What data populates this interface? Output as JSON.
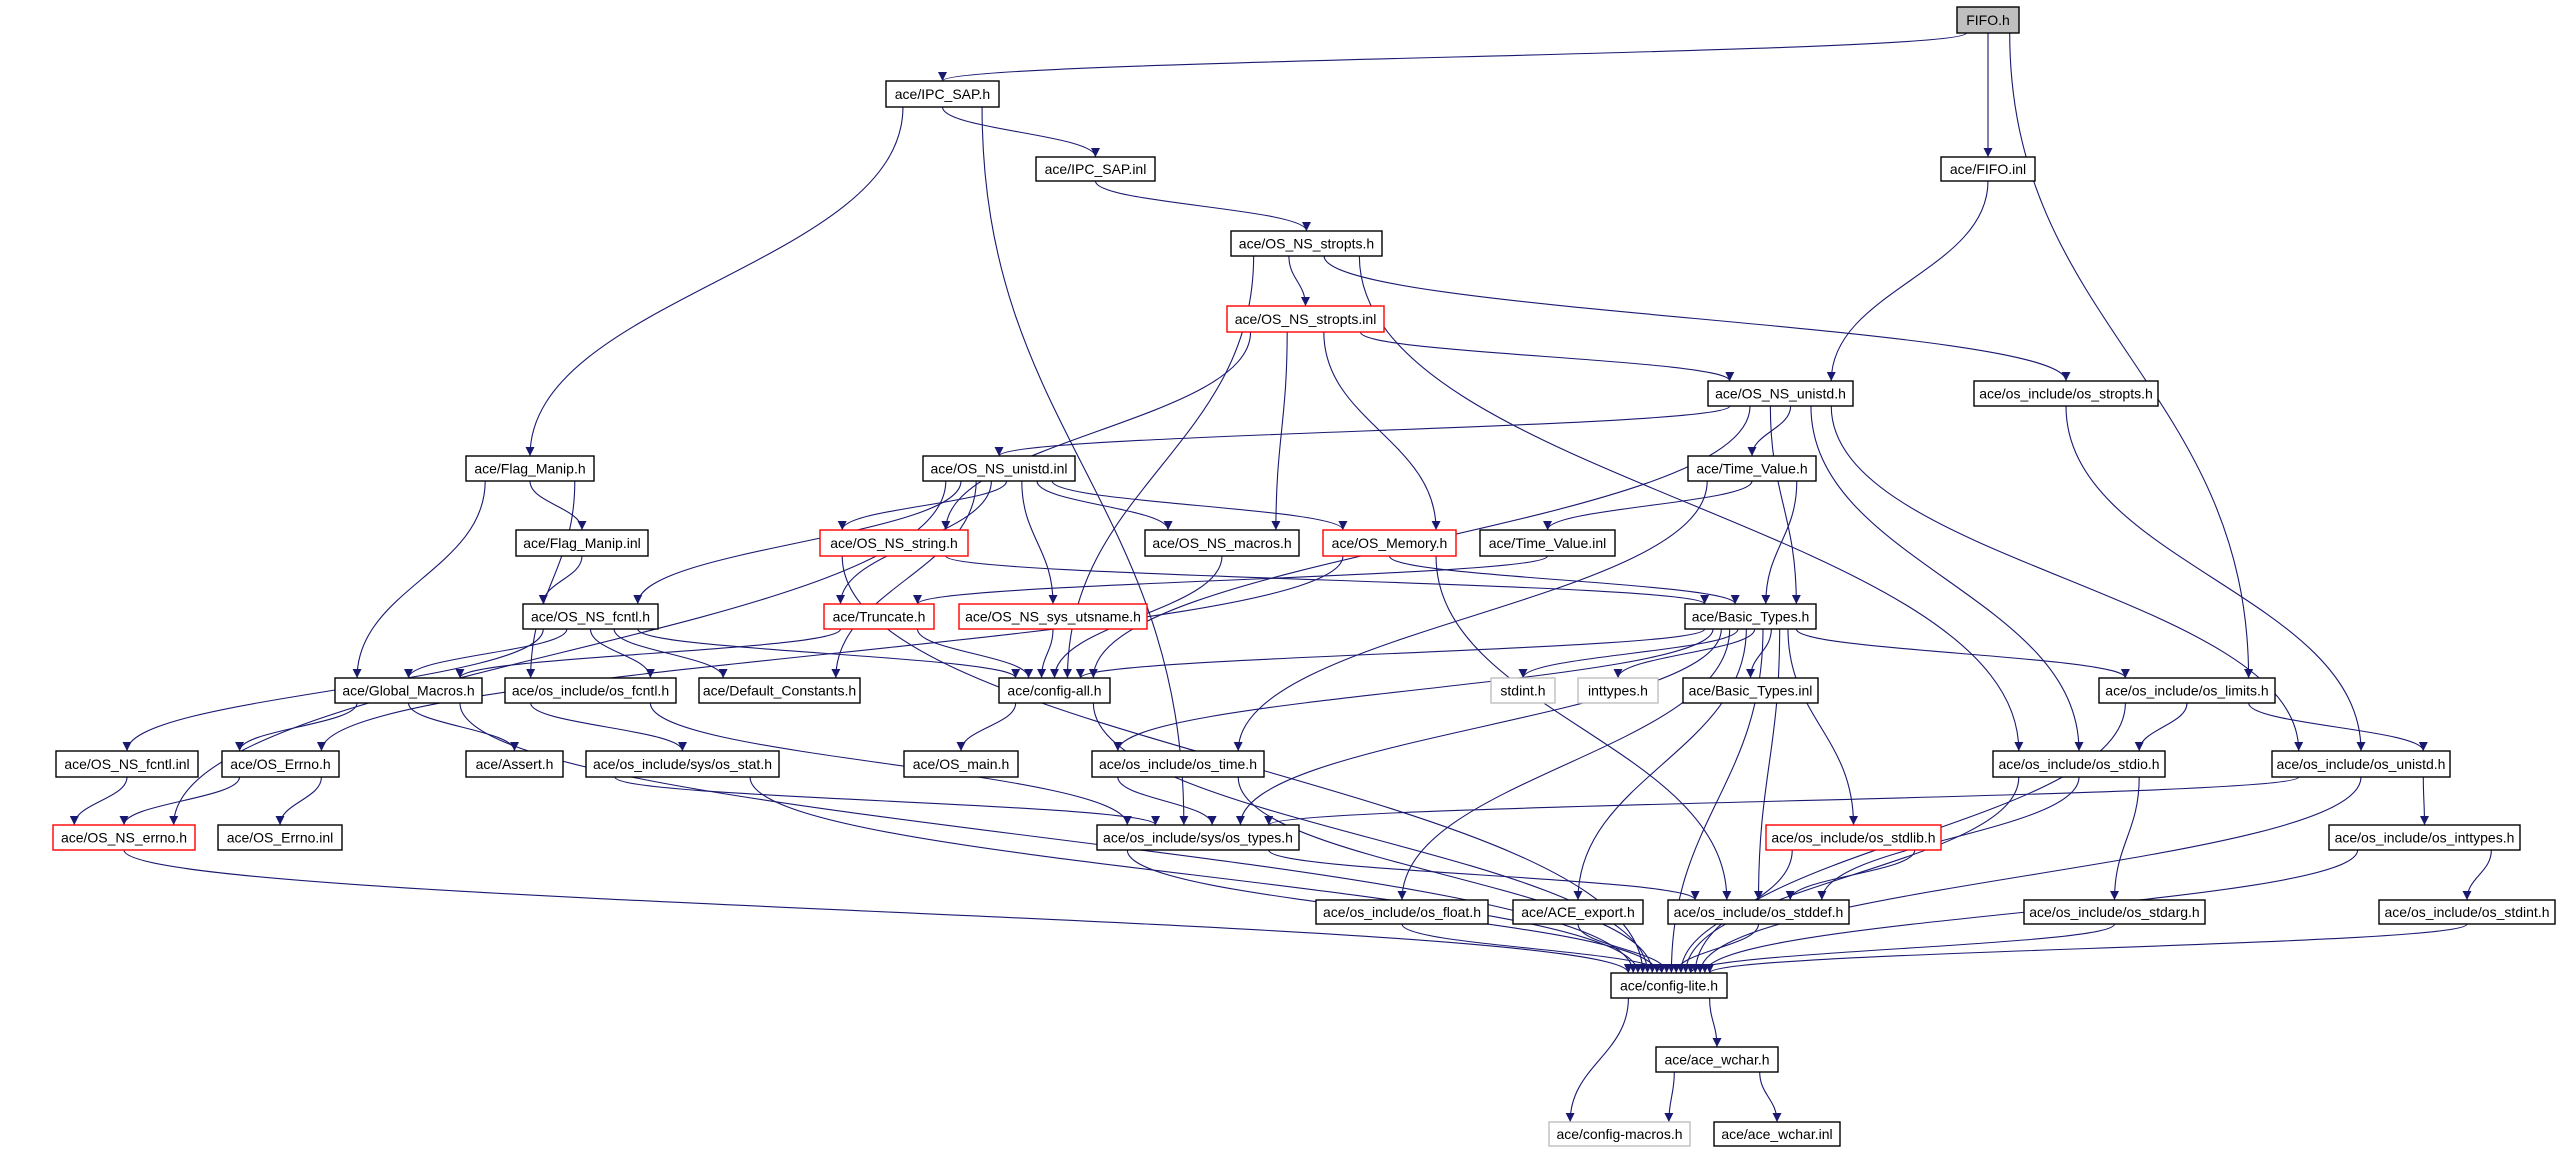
{
  "graph": {
    "edge_color": "#191970",
    "node_border_colors": {
      "normal": "#000000",
      "red": "#ff0000",
      "gray": "#bfbfbf"
    },
    "root_fill": "#bfbfbf",
    "nodes": [
      {
        "label": "FIFO.h",
        "style": "root"
      },
      {
        "label": "ace/IPC_SAP.h",
        "style": "normal"
      },
      {
        "label": "ace/IPC_SAP.inl",
        "style": "normal"
      },
      {
        "label": "ace/FIFO.inl",
        "style": "normal"
      },
      {
        "label": "ace/OS_NS_stropts.h",
        "style": "normal"
      },
      {
        "label": "ace/OS_NS_stropts.inl",
        "style": "red"
      },
      {
        "label": "ace/OS_NS_unistd.h",
        "style": "normal"
      },
      {
        "label": "ace/os_include/os_stropts.h",
        "style": "normal"
      },
      {
        "label": "ace/Flag_Manip.h",
        "style": "normal"
      },
      {
        "label": "ace/OS_NS_unistd.inl",
        "style": "normal"
      },
      {
        "label": "ace/Time_Value.h",
        "style": "normal"
      },
      {
        "label": "ace/Flag_Manip.inl",
        "style": "normal"
      },
      {
        "label": "ace/OS_NS_string.h",
        "style": "red"
      },
      {
        "label": "ace/OS_NS_macros.h",
        "style": "normal"
      },
      {
        "label": "ace/OS_Memory.h",
        "style": "red"
      },
      {
        "label": "ace/Time_Value.inl",
        "style": "normal"
      },
      {
        "label": "ace/OS_NS_fcntl.h",
        "style": "normal"
      },
      {
        "label": "ace/Truncate.h",
        "style": "red"
      },
      {
        "label": "ace/OS_NS_sys_utsname.h",
        "style": "red"
      },
      {
        "label": "ace/Basic_Types.h",
        "style": "normal"
      },
      {
        "label": "ace/Global_Macros.h",
        "style": "normal"
      },
      {
        "label": "ace/os_include/os_fcntl.h",
        "style": "normal"
      },
      {
        "label": "ace/Default_Constants.h",
        "style": "normal"
      },
      {
        "label": "ace/config-all.h",
        "style": "normal"
      },
      {
        "label": "stdint.h",
        "style": "gray"
      },
      {
        "label": "inttypes.h",
        "style": "gray"
      },
      {
        "label": "ace/Basic_Types.inl",
        "style": "normal"
      },
      {
        "label": "ace/os_include/os_limits.h",
        "style": "normal"
      },
      {
        "label": "ace/OS_NS_fcntl.inl",
        "style": "normal"
      },
      {
        "label": "ace/OS_Errno.h",
        "style": "normal"
      },
      {
        "label": "ace/Assert.h",
        "style": "normal"
      },
      {
        "label": "ace/os_include/sys/os_stat.h",
        "style": "normal"
      },
      {
        "label": "ace/OS_main.h",
        "style": "normal"
      },
      {
        "label": "ace/os_include/os_time.h",
        "style": "normal"
      },
      {
        "label": "ace/os_include/os_stdio.h",
        "style": "normal"
      },
      {
        "label": "ace/os_include/os_unistd.h",
        "style": "normal"
      },
      {
        "label": "ace/OS_NS_errno.h",
        "style": "red"
      },
      {
        "label": "ace/OS_Errno.inl",
        "style": "normal"
      },
      {
        "label": "ace/os_include/sys/os_types.h",
        "style": "normal"
      },
      {
        "label": "ace/os_include/os_stdlib.h",
        "style": "red"
      },
      {
        "label": "ace/os_include/os_inttypes.h",
        "style": "normal"
      },
      {
        "label": "ace/os_include/os_float.h",
        "style": "normal"
      },
      {
        "label": "ace/ACE_export.h",
        "style": "normal"
      },
      {
        "label": "ace/os_include/os_stddef.h",
        "style": "normal"
      },
      {
        "label": "ace/os_include/os_stdarg.h",
        "style": "normal"
      },
      {
        "label": "ace/os_include/os_stdint.h",
        "style": "normal"
      },
      {
        "label": "ace/config-lite.h",
        "style": "normal"
      },
      {
        "label": "ace/ace_wchar.h",
        "style": "normal"
      },
      {
        "label": "ace/config-macros.h",
        "style": "gray"
      },
      {
        "label": "ace/ace_wchar.inl",
        "style": "normal"
      }
    ],
    "edges": [
      [
        "FIFO.h",
        "ace/IPC_SAP.h"
      ],
      [
        "FIFO.h",
        "ace/FIFO.inl"
      ],
      [
        "FIFO.h",
        "ace/os_include/os_limits.h"
      ],
      [
        "ace/IPC_SAP.h",
        "ace/IPC_SAP.inl"
      ],
      [
        "ace/IPC_SAP.h",
        "ace/Flag_Manip.h"
      ],
      [
        "ace/IPC_SAP.h",
        "ace/os_include/sys/os_types.h"
      ],
      [
        "ace/IPC_SAP.inl",
        "ace/OS_NS_stropts.h"
      ],
      [
        "ace/FIFO.inl",
        "ace/OS_NS_unistd.h"
      ],
      [
        "ace/OS_NS_stropts.h",
        "ace/OS_NS_stropts.inl"
      ],
      [
        "ace/OS_NS_stropts.h",
        "ace/os_include/os_stropts.h"
      ],
      [
        "ace/OS_NS_stropts.h",
        "ace/os_include/os_stdio.h"
      ],
      [
        "ace/OS_NS_stropts.h",
        "ace/config-all.h"
      ],
      [
        "ace/OS_NS_stropts.inl",
        "ace/OS_NS_unistd.h"
      ],
      [
        "ace/OS_NS_stropts.inl",
        "ace/OS_NS_string.h"
      ],
      [
        "ace/OS_NS_stropts.inl",
        "ace/OS_NS_macros.h"
      ],
      [
        "ace/OS_NS_stropts.inl",
        "ace/OS_Memory.h"
      ],
      [
        "ace/OS_NS_unistd.h",
        "ace/OS_NS_unistd.inl"
      ],
      [
        "ace/OS_NS_unistd.h",
        "ace/Time_Value.h"
      ],
      [
        "ace/OS_NS_unistd.h",
        "ace/Basic_Types.h"
      ],
      [
        "ace/OS_NS_unistd.h",
        "ace/config-all.h"
      ],
      [
        "ace/OS_NS_unistd.h",
        "ace/os_include/os_stdio.h"
      ],
      [
        "ace/OS_NS_unistd.h",
        "ace/os_include/os_unistd.h"
      ],
      [
        "ace/os_include/os_stropts.h",
        "ace/os_include/os_unistd.h"
      ],
      [
        "ace/Flag_Manip.h",
        "ace/Flag_Manip.inl"
      ],
      [
        "ace/Flag_Manip.h",
        "ace/Global_Macros.h"
      ],
      [
        "ace/Flag_Manip.h",
        "ace/os_include/os_fcntl.h"
      ],
      [
        "ace/Flag_Manip.inl",
        "ace/OS_NS_fcntl.h"
      ],
      [
        "ace/OS_NS_unistd.inl",
        "ace/OS_NS_errno.h"
      ],
      [
        "ace/OS_NS_unistd.inl",
        "ace/OS_NS_string.h"
      ],
      [
        "ace/OS_NS_unistd.inl",
        "ace/OS_NS_macros.h"
      ],
      [
        "ace/OS_NS_unistd.inl",
        "ace/OS_Memory.h"
      ],
      [
        "ace/OS_NS_unistd.inl",
        "ace/OS_NS_fcntl.h"
      ],
      [
        "ace/OS_NS_unistd.inl",
        "ace/Truncate.h"
      ],
      [
        "ace/OS_NS_unistd.inl",
        "ace/OS_NS_sys_utsname.h"
      ],
      [
        "ace/OS_NS_unistd.inl",
        "ace/Default_Constants.h"
      ],
      [
        "ace/Time_Value.h",
        "ace/Time_Value.inl"
      ],
      [
        "ace/Time_Value.h",
        "ace/Basic_Types.h"
      ],
      [
        "ace/Time_Value.h",
        "ace/os_include/os_time.h"
      ],
      [
        "ace/Time_Value.inl",
        "ace/Truncate.h"
      ],
      [
        "ace/OS_NS_string.h",
        "ace/Basic_Types.h"
      ],
      [
        "ace/OS_NS_string.h",
        "ace/config-lite.h"
      ],
      [
        "ace/OS_NS_macros.h",
        "ace/config-all.h"
      ],
      [
        "ace/OS_Memory.h",
        "ace/Basic_Types.h"
      ],
      [
        "ace/OS_Memory.h",
        "ace/os_include/os_stddef.h"
      ],
      [
        "ace/OS_Memory.h",
        "ace/OS_Errno.h"
      ],
      [
        "ace/OS_NS_fcntl.h",
        "ace/Global_Macros.h"
      ],
      [
        "ace/OS_NS_fcntl.h",
        "ace/os_include/os_fcntl.h"
      ],
      [
        "ace/OS_NS_fcntl.h",
        "ace/Default_Constants.h"
      ],
      [
        "ace/OS_NS_fcntl.h",
        "ace/config-all.h"
      ],
      [
        "ace/OS_NS_fcntl.h",
        "ace/OS_NS_fcntl.inl"
      ],
      [
        "ace/Truncate.h",
        "ace/config-all.h"
      ],
      [
        "ace/Truncate.h",
        "ace/Global_Macros.h"
      ],
      [
        "ace/OS_NS_sys_utsname.h",
        "ace/config-all.h"
      ],
      [
        "ace/Basic_Types.h",
        "stdint.h"
      ],
      [
        "ace/Basic_Types.h",
        "inttypes.h"
      ],
      [
        "ace/Basic_Types.h",
        "ace/Basic_Types.inl"
      ],
      [
        "ace/Basic_Types.h",
        "ace/os_include/os_limits.h"
      ],
      [
        "ace/Basic_Types.h",
        "ace/config-all.h"
      ],
      [
        "ace/Basic_Types.h",
        "ace/os_include/os_time.h"
      ],
      [
        "ace/Basic_Types.h",
        "ace/os_include/sys/os_types.h"
      ],
      [
        "ace/Basic_Types.h",
        "ace/os_include/os_float.h"
      ],
      [
        "ace/Basic_Types.h",
        "ace/ACE_export.h"
      ],
      [
        "ace/Basic_Types.h",
        "ace/os_include/os_stddef.h"
      ],
      [
        "ace/Basic_Types.h",
        "ace/os_include/os_stdlib.h"
      ],
      [
        "ace/Basic_Types.h",
        "ace/config-lite.h"
      ],
      [
        "ace/Global_Macros.h",
        "ace/OS_Errno.h"
      ],
      [
        "ace/Global_Macros.h",
        "ace/Assert.h"
      ],
      [
        "ace/Global_Macros.h",
        "ace/config-lite.h"
      ],
      [
        "ace/os_include/os_fcntl.h",
        "ace/os_include/sys/os_stat.h"
      ],
      [
        "ace/os_include/os_fcntl.h",
        "ace/os_include/sys/os_types.h"
      ],
      [
        "ace/config-all.h",
        "ace/OS_main.h"
      ],
      [
        "ace/config-all.h",
        "ace/config-lite.h"
      ],
      [
        "ace/OS_NS_fcntl.inl",
        "ace/OS_NS_errno.h"
      ],
      [
        "ace/OS_Errno.h",
        "ace/OS_NS_errno.h"
      ],
      [
        "ace/OS_Errno.h",
        "ace/OS_Errno.inl"
      ],
      [
        "ace/os_include/sys/os_stat.h",
        "ace/os_include/sys/os_types.h"
      ],
      [
        "ace/os_include/sys/os_stat.h",
        "ace/config-lite.h"
      ],
      [
        "ace/os_include/os_time.h",
        "ace/os_include/sys/os_types.h"
      ],
      [
        "ace/os_include/os_time.h",
        "ace/config-lite.h"
      ],
      [
        "ace/os_include/os_limits.h",
        "ace/os_include/os_stdio.h"
      ],
      [
        "ace/os_include/os_limits.h",
        "ace/os_include/os_unistd.h"
      ],
      [
        "ace/os_include/os_limits.h",
        "ace/config-lite.h"
      ],
      [
        "ace/os_include/os_stdio.h",
        "ace/os_include/os_stddef.h"
      ],
      [
        "ace/os_include/os_stdio.h",
        "ace/os_include/os_stdarg.h"
      ],
      [
        "ace/os_include/os_stdio.h",
        "ace/config-lite.h"
      ],
      [
        "ace/os_include/os_unistd.h",
        "ace/os_include/sys/os_types.h"
      ],
      [
        "ace/os_include/os_unistd.h",
        "ace/os_include/os_inttypes.h"
      ],
      [
        "ace/os_include/os_unistd.h",
        "ace/config-lite.h"
      ],
      [
        "ace/OS_NS_errno.h",
        "ace/config-lite.h"
      ],
      [
        "ace/os_include/sys/os_types.h",
        "ace/os_include/os_stddef.h"
      ],
      [
        "ace/os_include/sys/os_types.h",
        "ace/config-lite.h"
      ],
      [
        "ace/os_include/os_stdlib.h",
        "ace/os_include/os_stddef.h"
      ],
      [
        "ace/os_include/os_stdlib.h",
        "ace/config-lite.h"
      ],
      [
        "ace/os_include/os_inttypes.h",
        "ace/os_include/os_stdint.h"
      ],
      [
        "ace/os_include/os_inttypes.h",
        "ace/config-lite.h"
      ],
      [
        "ace/os_include/os_float.h",
        "ace/config-lite.h"
      ],
      [
        "ace/ACE_export.h",
        "ace/config-lite.h"
      ],
      [
        "ace/os_include/os_stddef.h",
        "ace/config-lite.h"
      ],
      [
        "ace/os_include/os_stdarg.h",
        "ace/config-lite.h"
      ],
      [
        "ace/os_include/os_stdint.h",
        "ace/config-lite.h"
      ],
      [
        "ace/config-lite.h",
        "ace/ace_wchar.h"
      ],
      [
        "ace/config-lite.h",
        "ace/config-macros.h"
      ],
      [
        "ace/ace_wchar.h",
        "ace/config-macros.h"
      ],
      [
        "ace/ace_wchar.h",
        "ace/ace_wchar.inl"
      ]
    ]
  }
}
